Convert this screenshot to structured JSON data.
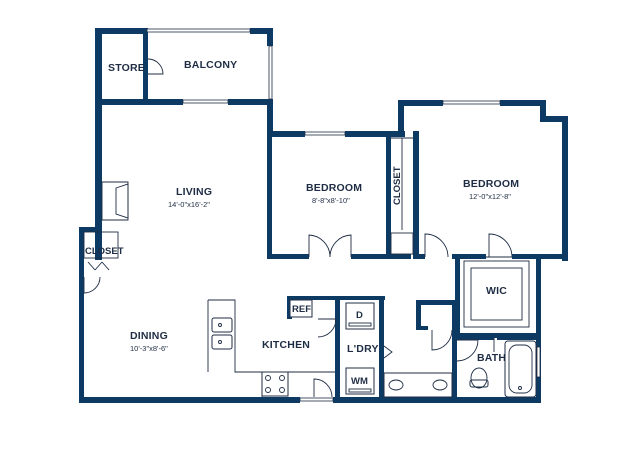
{
  "rooms": {
    "store": "STORE",
    "balcony": "BALCONY",
    "living": "LIVING",
    "living_dim": "14'-0\"x16'-2\"",
    "bedroom1": "BEDROOM",
    "bedroom1_dim": "8'-8\"x8'-10\"",
    "closet_vertical": "CLOSET",
    "bedroom2": "BEDROOM",
    "bedroom2_dim": "12'-0\"x12'-8\"",
    "closet_left": "CLOSET",
    "wic": "WIC",
    "dining": "DINING",
    "dining_dim": "10'-3\"x8'-6\"",
    "ref": "REF",
    "kitchen": "KITCHEN",
    "dryer": "D",
    "laundry": "L'DRY",
    "washer": "WM",
    "bath": "BATH"
  },
  "colors": {
    "wall": "#0d3a63",
    "text": "#1f2d44"
  }
}
